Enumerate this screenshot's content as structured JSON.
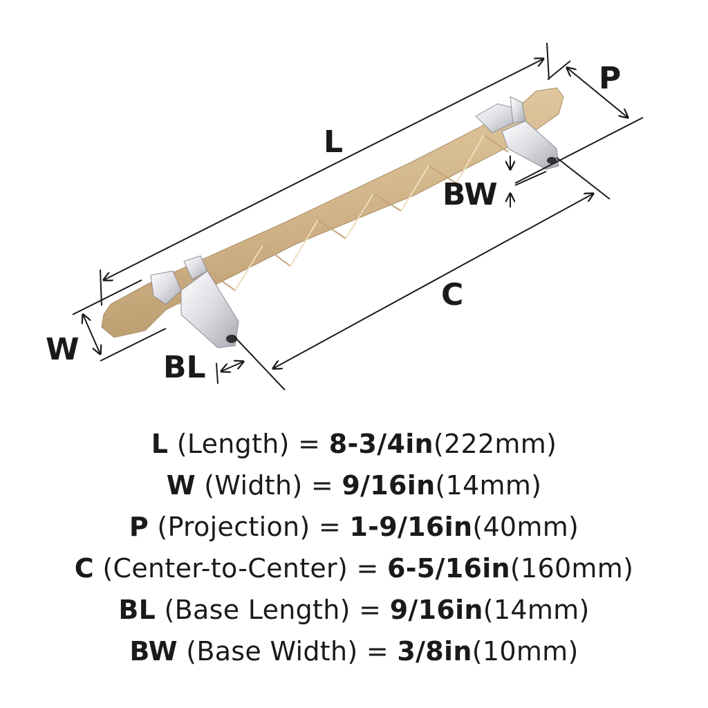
{
  "labels": {
    "L": "L",
    "P": "P",
    "BW": "BW",
    "C": "C",
    "W": "W",
    "BL": "BL"
  },
  "colors": {
    "finish": "#d9bf97",
    "chrome": "#e6e6ea",
    "line": "#1a1a1a"
  },
  "specs": [
    {
      "key": "L",
      "name": "(Length) =",
      "inch": "8-3/4in",
      "mm": "(222mm)"
    },
    {
      "key": "W",
      "name": "(Width) =",
      "inch": "9/16in",
      "mm": "(14mm)"
    },
    {
      "key": "P",
      "name": "(Projection) =",
      "inch": "1-9/16in",
      "mm": "(40mm)"
    },
    {
      "key": "C",
      "name": "(Center-to-Center) =",
      "inch": "6-5/16in",
      "mm": "(160mm)"
    },
    {
      "key": "BL",
      "name": "(Base Length) =",
      "inch": "9/16in",
      "mm": "(14mm)"
    },
    {
      "key": "BW",
      "name": "(Base Width) =",
      "inch": "3/8in",
      "mm": "(10mm)"
    }
  ]
}
